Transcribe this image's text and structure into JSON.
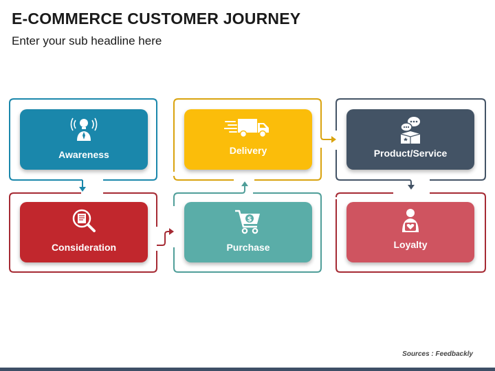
{
  "header": {
    "title": "E-COMMERCE CUSTOMER JOURNEY",
    "subtitle": "Enter your sub headline here"
  },
  "steps": [
    {
      "label": "Awareness",
      "color": "#1a87ab",
      "icon": "idea-person-icon"
    },
    {
      "label": "Consideration",
      "color": "#c1272d",
      "icon": "document-search-icon"
    },
    {
      "label": "Purchase",
      "color": "#5aada8",
      "icon": "shopping-cart-icon"
    },
    {
      "label": "Delivery",
      "color": "#fbbd0a",
      "icon": "delivery-truck-icon"
    },
    {
      "label": "Product/Service",
      "color": "#435365",
      "icon": "product-chat-icon"
    },
    {
      "label": "Loyalty",
      "color": "#cf5460",
      "icon": "loyal-person-icon"
    }
  ],
  "colors": {
    "awareness_line": "#1a87ab",
    "consideration_line": "#a52a33",
    "purchase_line": "#4f9e99",
    "delivery_line": "#d9a30e",
    "product_line": "#435365",
    "loyalty_line": "#a52a33"
  },
  "footer": {
    "source": "Sources : Feedbackly"
  }
}
